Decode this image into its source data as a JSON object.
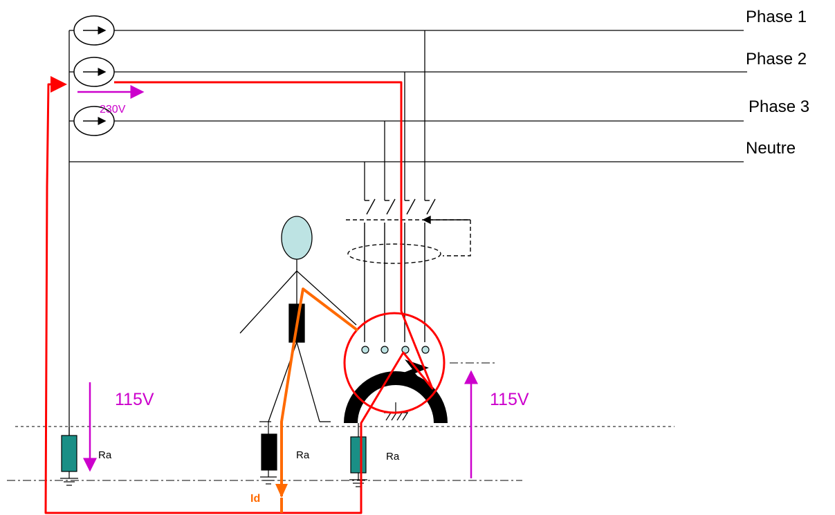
{
  "labels": {
    "phase1": "Phase 1",
    "phase2": "Phase 2",
    "phase3": "Phase 3",
    "neutre": "Neutre",
    "v_source": "230V",
    "v_left": "115V",
    "v_right": "115V",
    "ra_left": "Ra",
    "ra_middle": "Ra",
    "ra_right": "Ra",
    "current": "Id"
  },
  "colors": {
    "fault_loop": "#ff0000",
    "body_current": "#ff6a00",
    "voltage_arrow": "#cc00cc",
    "resistor_fill": "#1a8f86",
    "head_fill": "#bde3e3",
    "line": "#000000"
  }
}
